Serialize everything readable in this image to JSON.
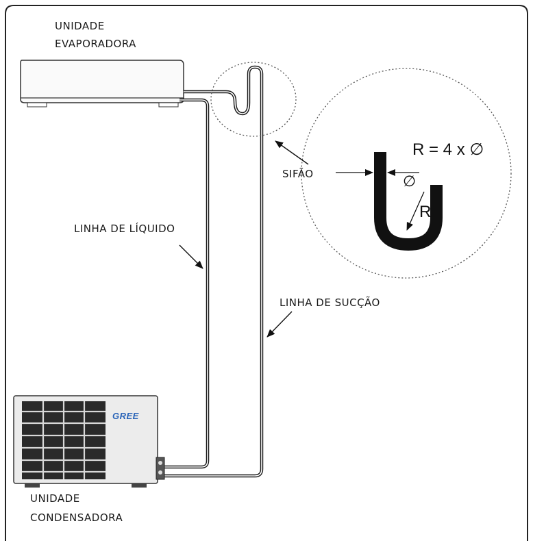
{
  "labels": {
    "evaporator_line1": "UNIDADE",
    "evaporator_line2": "EVAPORADORA",
    "condenser_line1": "UNIDADE",
    "condenser_line2": "CONDENSADORA",
    "liquid_line": "LINHA DE LÍQUIDO",
    "suction_line": "LINHA DE SUCÇÃO",
    "siphon": "SIFÃO"
  },
  "detail": {
    "formula": "R = 4 x ∅",
    "diameter_symbol": "∅",
    "radius_symbol": "R"
  },
  "brand": {
    "logo_text": "GREE",
    "logo_color": "#2a64b8"
  }
}
